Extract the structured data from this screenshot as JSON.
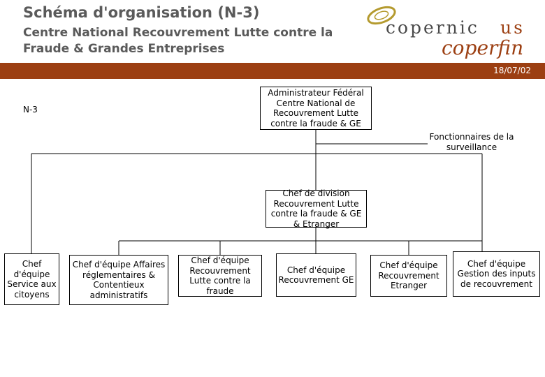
{
  "header": {
    "title": "Schéma d'organisation (N-3)",
    "subtitle_line1": "Centre National Recouvrement Lutte contre la",
    "subtitle_line2": "Fraude & Grandes Entreprises",
    "date": "18/07/02",
    "bar_color": "#9c3f12"
  },
  "logo": {
    "name": "copernicus-coperfin-logo",
    "line1": "copernicus",
    "line2": "coperfin"
  },
  "level_label": "N-3",
  "org": {
    "top": "Administrateur Fédéral Centre National de Recouvrement Lutte contre la fraude & GE",
    "staff": "Fonctionnaires de la surveillance",
    "division": "Chef de division Recouvrement Lutte contre la fraude & GE & Etranger",
    "teams": [
      "Chef d'équipe Service aux citoyens",
      "Chef d'équipe Affaires réglementaires & Contentieux administratifs",
      "Chef d'équipe Recouvrement Lutte contre la fraude",
      "Chef d'équipe Recouvrement GE",
      "Chef d'équipe Recouvrement Etranger",
      "Chef d'équipe Gestion des inputs de recouvrement"
    ]
  }
}
